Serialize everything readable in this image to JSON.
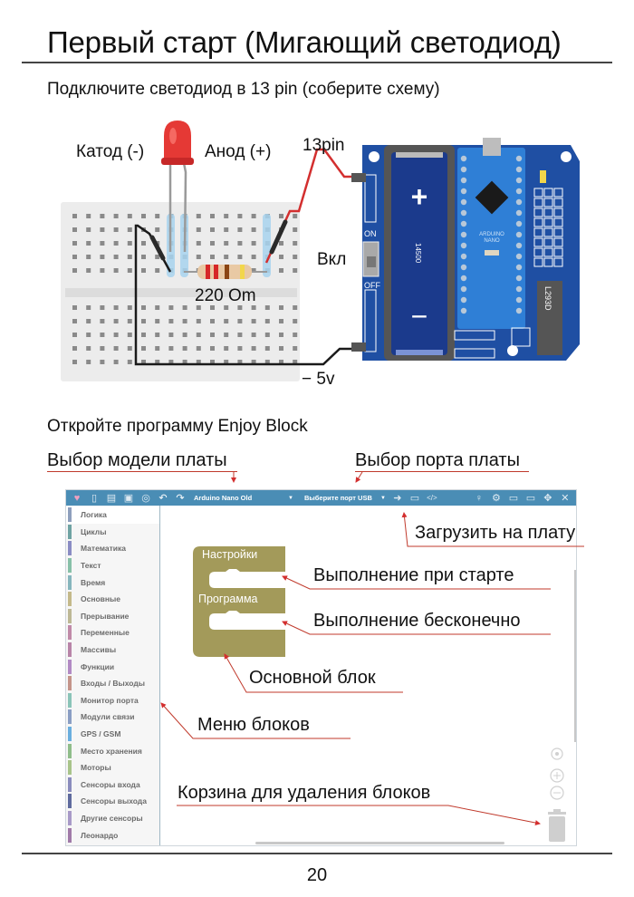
{
  "page": {
    "title": "Первый старт (Мигающий светодиод)",
    "subtitle": "Подключите светодиод в 13 pin (соберите схему)",
    "page_number": "20"
  },
  "circuit": {
    "cathode_label": "Катод (-)",
    "anode_label": "Анод (+)",
    "pin_label": "13pin",
    "resistor_label": "220 Om",
    "switch_label": "Вкл",
    "ground_label": "− 5v",
    "battery_plus": "+",
    "battery_minus": "−",
    "battery_model": "14500",
    "switch_on": "ON",
    "switch_off": "OFF",
    "board_name_line1": "ARDUINO",
    "board_name_line2": "NANO",
    "driver_chip": "L293D",
    "colors": {
      "led": "#e53935",
      "wire_signal": "#d32f2f",
      "wire_ground": "#1a1a1a",
      "shield": "#1f4fa3",
      "nano": "#2f7fd6",
      "battery": "#1b3a8c",
      "breadboard": "#ececec",
      "rail_highlight": "#a8d4ef"
    },
    "resistor_bands": [
      "#d62828",
      "#d62828",
      "#8b4513",
      "#f2d64b"
    ]
  },
  "instructions": {
    "open_program": "Откройте программу Enjoy Block",
    "board_model_annotation": "Выбор модели платы",
    "board_port_annotation": "Выбор порта платы",
    "upload_annotation": "Загрузить на плату",
    "setup_annotation": "Выполнение при старте",
    "loop_annotation": "Выполнение бесконечно",
    "main_block_annotation": "Основной блок",
    "block_menu_annotation": "Меню блоков",
    "trash_annotation": "Корзина для удаления блоков"
  },
  "app": {
    "toolbar": {
      "board_select": "Arduino Nano Old",
      "port_select": "Выберите порт USB",
      "icons": [
        "logo-icon",
        "new-file-icon",
        "open-file-icon",
        "save-icon",
        "screenshot-icon",
        "undo-icon",
        "redo-icon",
        "upload-icon",
        "serial-monitor-icon",
        "code-view-icon",
        "lightbulb-icon",
        "settings-icon",
        "minimize-icon",
        "restore-icon",
        "move-icon",
        "close-icon"
      ],
      "color": "#4a8db5"
    },
    "categories": [
      {
        "label": "Логика",
        "color": "#8e9fbd"
      },
      {
        "label": "Циклы",
        "color": "#6fa3a3"
      },
      {
        "label": "Математика",
        "color": "#8a8cc4"
      },
      {
        "label": "Текст",
        "color": "#87c0a8"
      },
      {
        "label": "Время",
        "color": "#86b6bd"
      },
      {
        "label": "Основные",
        "color": "#c4b98a"
      },
      {
        "label": "Прерывание",
        "color": "#bdb895"
      },
      {
        "label": "Переменные",
        "color": "#c08aa8"
      },
      {
        "label": "Массивы",
        "color": "#b884a8"
      },
      {
        "label": "Функции",
        "color": "#b28ac4"
      },
      {
        "label": "Входы / Выходы",
        "color": "#c4948a"
      },
      {
        "label": "Монитор порта",
        "color": "#8ac4b8"
      },
      {
        "label": "Модули связи",
        "color": "#8a9ec4"
      },
      {
        "label": "GPS / GSM",
        "color": "#6aaede"
      },
      {
        "label": "Место хранения",
        "color": "#8fbd8a"
      },
      {
        "label": "Моторы",
        "color": "#a8c48a"
      },
      {
        "label": "Сенсоры входа",
        "color": "#8a8cbd"
      },
      {
        "label": "Сенсоры выхода",
        "color": "#5f6b9e"
      },
      {
        "label": "Другие сенсоры",
        "color": "#a89ac8"
      },
      {
        "label": "Леонардо",
        "color": "#a07aa8"
      }
    ],
    "main_block": {
      "setup_label": "Настройки",
      "loop_label": "Программа",
      "color": "#a39a5a"
    },
    "workspace_controls": [
      "recenter-icon",
      "zoom-in-icon",
      "zoom-out-icon",
      "trash-icon"
    ]
  }
}
